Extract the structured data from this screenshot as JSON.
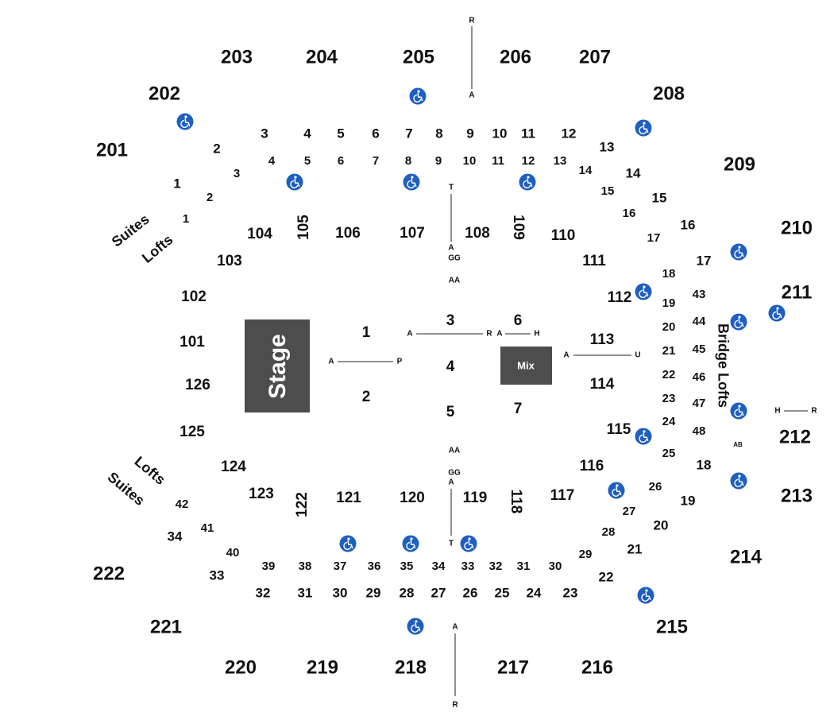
{
  "stage": {
    "label": "Stage"
  },
  "mix": {
    "label": "Mix"
  },
  "upper_sections": [
    "201",
    "202",
    "203",
    "204",
    "205",
    "206",
    "207",
    "208",
    "209",
    "210",
    "211",
    "212",
    "213",
    "214",
    "215",
    "216",
    "217",
    "218",
    "219",
    "220",
    "221",
    "222"
  ],
  "lower_sections": [
    "101",
    "102",
    "103",
    "104",
    "105",
    "106",
    "107",
    "108",
    "109",
    "110",
    "111",
    "112",
    "113",
    "114",
    "115",
    "116",
    "117",
    "118",
    "119",
    "120",
    "121",
    "122",
    "123",
    "124",
    "125",
    "126"
  ],
  "floor_sections": [
    "1",
    "2",
    "3",
    "4",
    "5",
    "6",
    "7"
  ],
  "upper_boxes_top": [
    "1",
    "2",
    "3",
    "4",
    "5",
    "6",
    "7",
    "8",
    "9",
    "10",
    "11",
    "12",
    "13",
    "14",
    "15",
    "16",
    "17"
  ],
  "upper_boxes_right": [
    "18",
    "19",
    "20",
    "21",
    "22"
  ],
  "upper_boxes_bottom": [
    "23",
    "24",
    "25",
    "26",
    "27",
    "28",
    "29",
    "30",
    "31",
    "32",
    "33",
    "34"
  ],
  "lower_boxes_top": [
    "1",
    "2",
    "3",
    "4",
    "5",
    "6",
    "7",
    "8",
    "9",
    "10",
    "11",
    "12",
    "13",
    "14",
    "15",
    "16",
    "17"
  ],
  "lower_boxes_right": [
    "18",
    "19",
    "20",
    "21",
    "22",
    "23",
    "24",
    "25",
    "26",
    "27",
    "28",
    "29"
  ],
  "lower_boxes_bottom": [
    "30",
    "31",
    "32",
    "33",
    "34",
    "35",
    "36",
    "37",
    "38",
    "39",
    "40",
    "41",
    "42"
  ],
  "bridge_boxes": [
    "43",
    "44",
    "45",
    "46",
    "47",
    "48"
  ],
  "area_labels": {
    "suites": "Suites",
    "lofts": "Lofts",
    "bridge_lofts": "Bridge Lofts"
  },
  "row_labels": {
    "r": "R",
    "a": "A",
    "t": "T",
    "gg": "GG",
    "aa": "AA",
    "p": "P",
    "h": "H",
    "u": "U",
    "ab": "AB"
  },
  "icons": {
    "accessible": "wheelchair-icon"
  },
  "colors": {
    "stage": "#4d4d4d",
    "mix": "#4d4d4d",
    "accessible": "#1f5fbf",
    "text": "#111111",
    "background": "#ffffff"
  }
}
